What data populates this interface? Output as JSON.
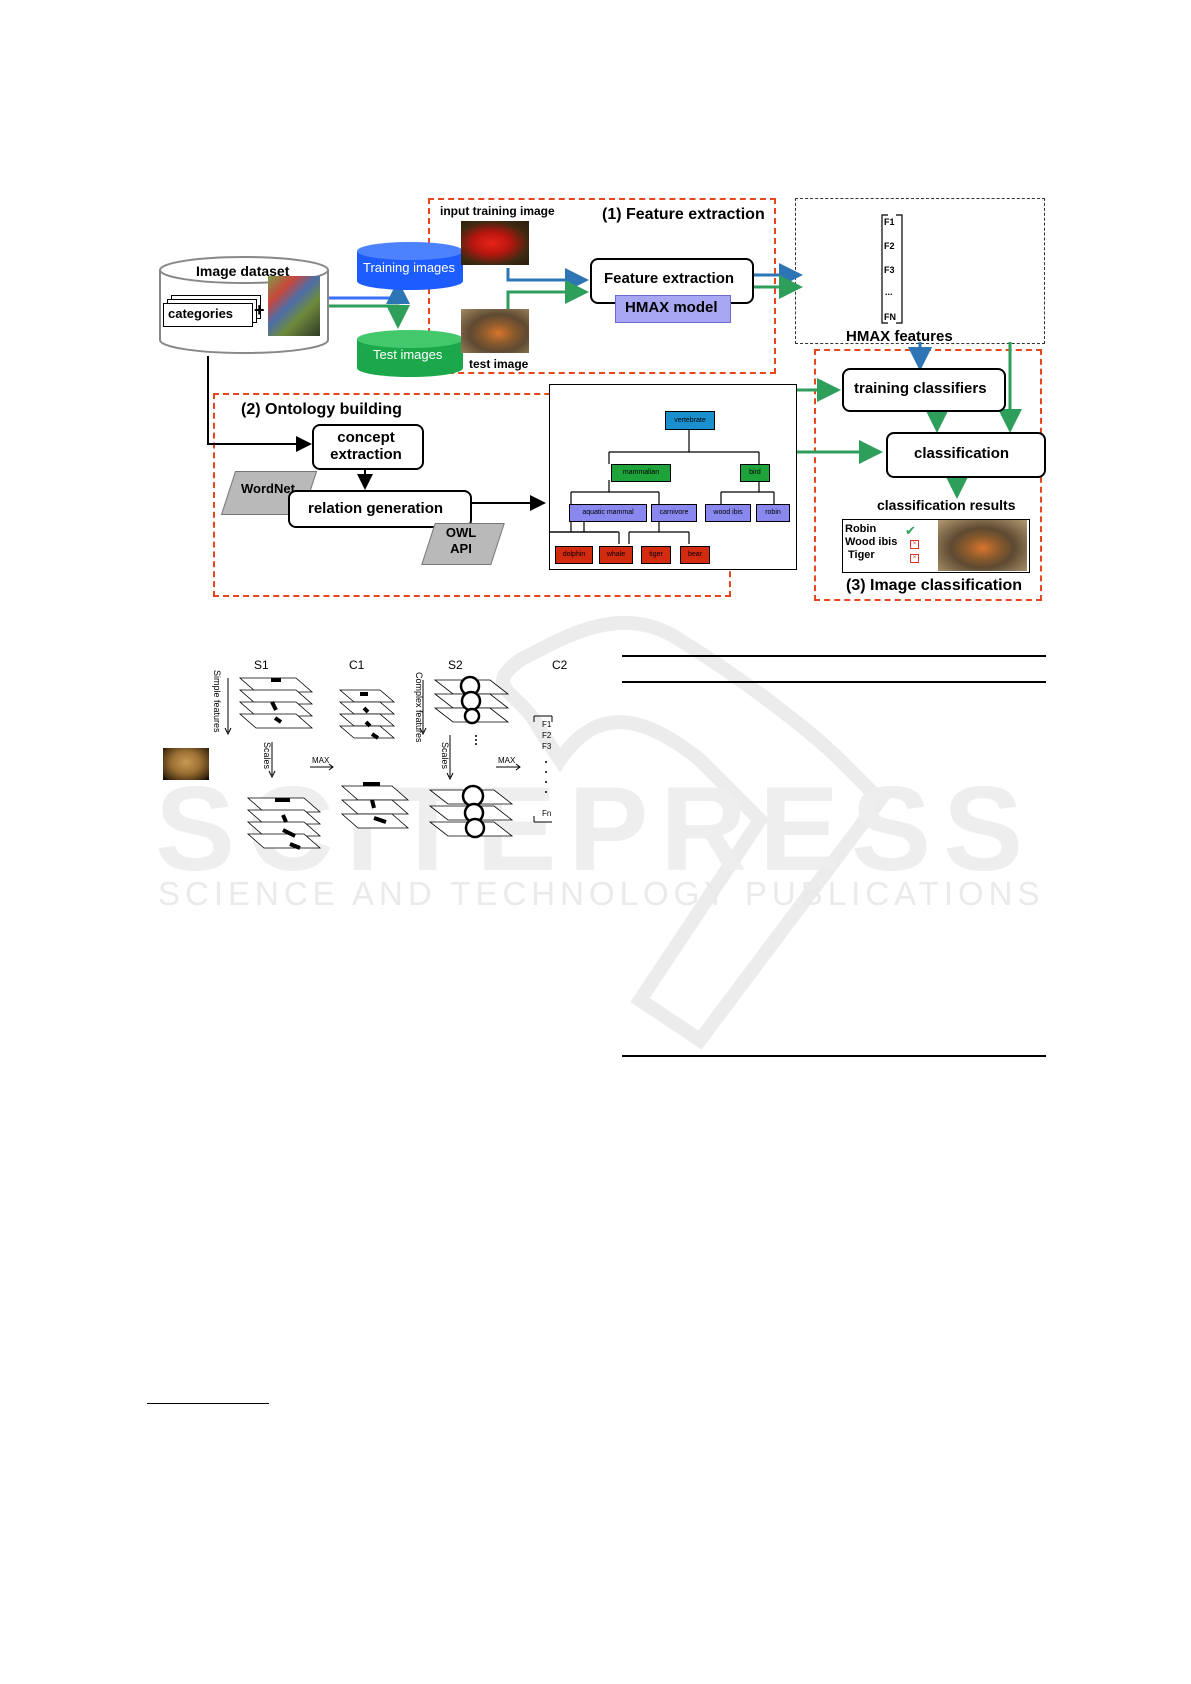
{
  "fig1": {
    "image_dataset": "Image dataset",
    "categories": "categories",
    "plus": "+",
    "training_images": "Training images",
    "test_images": "Test images",
    "input_training_image": "input training image",
    "test_image": "test image",
    "feature_extraction_title": "(1) Feature extraction",
    "feature_extraction_box": "Feature extraction",
    "hmax_model": "HMAX model",
    "feature_vector": [
      "F1",
      "F2",
      "F3",
      "...",
      "FN"
    ],
    "hmax_features": "HMAX features",
    "ontology_title": "(2) Ontology building",
    "concept_extraction": "concept extraction",
    "wordnet": "WordNet",
    "relation_generation": "relation generation",
    "owl_api": "OWL API",
    "ontology_nodes": {
      "vertebrate": "vertebrate",
      "mammalian": "mammalian",
      "bird": "bird",
      "aquatic_mammal": "aquatic mammal",
      "carnivore": "carnivore",
      "wood_ibis": "wood ibis",
      "robin": "robin",
      "dolphin": "dolphin",
      "whale": "whale",
      "tiger": "tiger",
      "bear": "bear"
    },
    "training_classifiers": "training classifiers",
    "classification": "classification",
    "classification_results": "classification results",
    "results": [
      "Robin",
      "Wood ibis",
      "Tiger"
    ],
    "image_classification_title": "(3) Image classification",
    "colors": {
      "dashed": "#e8471e",
      "blue_arrow": "#2e75b6",
      "green_arrow": "#2e9e5b",
      "training_db": "#1d5cff",
      "test_db": "#1aa84a",
      "hmax_box": "#a7a7f2"
    }
  },
  "fig2": {
    "s1": "S1",
    "c1": "C1",
    "s2": "S2",
    "c2": "C2",
    "simple_features": "Simple features",
    "complex_features": "Complex features",
    "scales": "Scales",
    "max": "MAX",
    "outputs": [
      "F1",
      "F2",
      "F3",
      "Fn"
    ]
  },
  "watermark": {
    "main": "SCITEPRESS",
    "sub": "SCIENCE AND TECHNOLOGY PUBLICATIONS"
  }
}
